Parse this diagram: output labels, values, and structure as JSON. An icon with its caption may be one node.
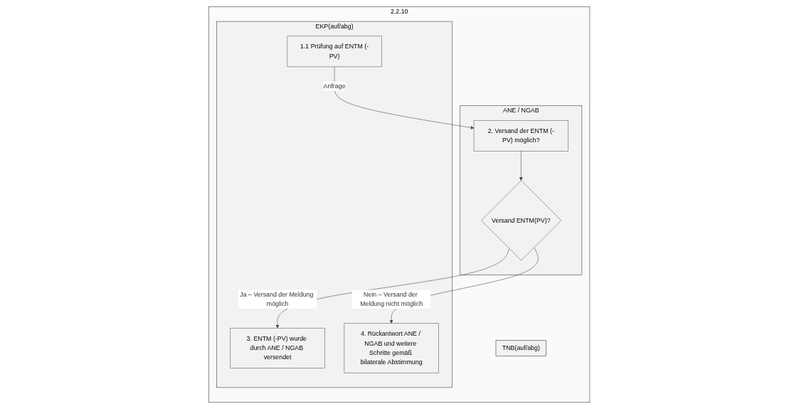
{
  "diagram": {
    "nodes": [
      {
        "text": [
          "2.2.10"
        ]
      },
      {
        "text": [
          "ANE / NGAB"
        ],
        "in": 0
      },
      {
        "text": [
          "TNB(auf/abg)"
        ],
        "in": 0
      },
      {
        "text": [
          "EKP(auf/abg)"
        ],
        "in": 0
      },
      {
        "text": [
          "2. Versand der ENTM (-PV) möglich?"
        ],
        "in": 1
      },
      {
        "text": [
          "1.1 Prüfung auf ENTM (-PV)"
        ],
        "in": 3
      },
      {
        "text": [
          "Versand ENTM(PV)?"
        ],
        "in": 1
      },
      {
        "text": [
          "3. ENTM (-PV) wurde durch ANE / NGAB versendet"
        ],
        "in": 3
      },
      {
        "text": [
          "4. Rückantwort ANE / NGAB und weitere Schritte gemäß bilaterale Abstimmung"
        ],
        "in": 3
      }
    ],
    "edges": [
      {
        "from": 5,
        "to": 4,
        "arrow": "to",
        "label": "Anfrage"
      },
      {
        "from": 4,
        "to": 6,
        "arrow": "to"
      },
      {
        "from": 6,
        "to": 7,
        "arrow": "to",
        "label": "Ja – Versand der Meldung möglich"
      },
      {
        "from": 6,
        "to": 8,
        "arrow": "to",
        "label": "Nein – Versand der Meldung nicht möglich"
      }
    ]
  }
}
